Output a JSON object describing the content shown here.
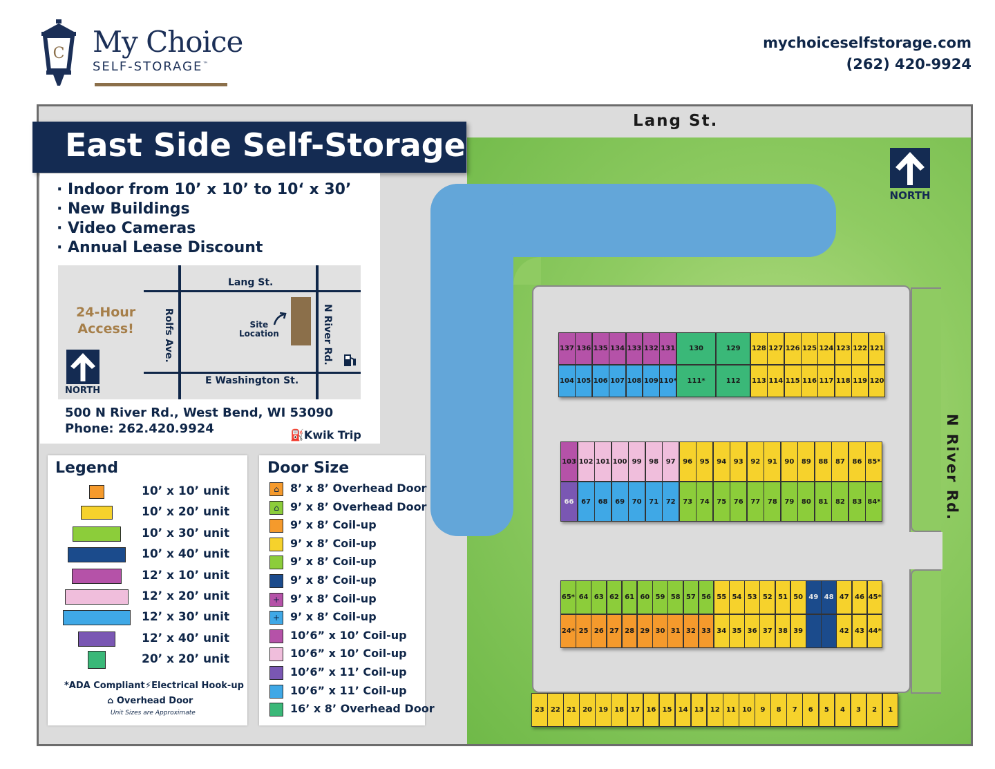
{
  "header": {
    "brand_name": "My Choice",
    "brand_sub": "SELF-STORAGE",
    "brand_tm": "™",
    "website": "mychoiceselfstorage.com",
    "phone": "(262) 420-9924"
  },
  "map": {
    "street_top": "Lang St.",
    "street_right": "N River Rd.",
    "north_label": "NORTH"
  },
  "title": "East Side Self-Storage",
  "features": [
    "· Indoor from 10’ x 10’ to 10‘ x 30’",
    "· New Buildings",
    "· Video Cameras",
    "· Annual Lease Discount"
  ],
  "mini_map": {
    "access": "24-Hour\nAccess!",
    "lang": "Lang St.",
    "rolfs": "Rolfs Ave.",
    "river": "N River Rd.",
    "washington": "E Washington St.",
    "site": "Site\nLocation",
    "north": "NORTH"
  },
  "address": "500 N River Rd., West Bend, WI 53090",
  "phone_line": "Phone: 262.420.9924",
  "kwik": "Kwik Trip",
  "legend": {
    "title": "Legend",
    "items": [
      {
        "label": "10’ x 10’ unit",
        "color": "#f59a2c"
      },
      {
        "label": "10’ x 20’ unit",
        "color": "#f6d22c"
      },
      {
        "label": "10’ x 30’ unit",
        "color": "#8ccd3a"
      },
      {
        "label": "10’ x 40’ unit",
        "color": "#1b4b8c"
      },
      {
        "label": "12’ x 10’ unit",
        "color": "#b552a8"
      },
      {
        "label": "12’ x 20’ unit",
        "color": "#f0bedc"
      },
      {
        "label": "12’ x 30’ unit",
        "color": "#3fa8e6"
      },
      {
        "label": "12’ x 40’ unit",
        "color": "#7a57b3"
      },
      {
        "label": "20’ x 20’ unit",
        "color": "#3ab878"
      }
    ],
    "ada": "*ADA Compliant",
    "electric": "⚡Electrical Hook-up",
    "overhead": "Overhead Door",
    "note": "Unit Sizes are Approximate"
  },
  "door": {
    "title": "Door Size",
    "items": [
      {
        "label": "8’ x 8’ Overhead Door",
        "color": "#f59a2c",
        "glyph": "⌂"
      },
      {
        "label": "9’ x 8’ Overhead Door",
        "color": "#8ccd3a",
        "glyph": "⌂"
      },
      {
        "label": "9’ x 8’ Coil-up",
        "color": "#f59a2c",
        "glyph": ""
      },
      {
        "label": "9’ x 8’ Coil-up",
        "color": "#f6d22c",
        "glyph": ""
      },
      {
        "label": "9’ x 8’ Coil-up",
        "color": "#8ccd3a",
        "glyph": ""
      },
      {
        "label": "9’ x 8’ Coil-up",
        "color": "#1b4b8c",
        "glyph": ""
      },
      {
        "label": "9’ x 8’ Coil-up",
        "color": "#b552a8",
        "glyph": "+"
      },
      {
        "label": "9’ x 8’ Coil-up",
        "color": "#3fa8e6",
        "glyph": "+"
      },
      {
        "label": "10’6” x 10’ Coil-up",
        "color": "#b552a8",
        "glyph": ""
      },
      {
        "label": "10’6” x 10’ Coil-up",
        "color": "#f0bedc",
        "glyph": ""
      },
      {
        "label": "10’6” x 11’ Coil-up",
        "color": "#7a57b3",
        "glyph": ""
      },
      {
        "label": "10’6” x 11’ Coil-up",
        "color": "#3fa8e6",
        "glyph": ""
      },
      {
        "label": "16’ x 8’ Overhead Door",
        "color": "#3ab878",
        "glyph": ""
      }
    ]
  },
  "buildings": [
    {
      "name": "building-a",
      "rows": [
        [
          [
            "137",
            "mag",
            1
          ],
          [
            "136",
            "mag",
            1
          ],
          [
            "135",
            "mag",
            1
          ],
          [
            "134",
            "mag",
            1
          ],
          [
            "133",
            "mag",
            1
          ],
          [
            "132",
            "mag",
            1
          ],
          [
            "131",
            "mag",
            1
          ],
          [
            "130",
            "grn20",
            2.35
          ],
          [
            "129",
            "grn20",
            2.05
          ],
          [
            "128",
            "yel",
            1
          ],
          [
            "127",
            "yel",
            1
          ],
          [
            "126",
            "yel",
            1
          ],
          [
            "125",
            "yel",
            1
          ],
          [
            "124",
            "yel",
            1
          ],
          [
            "123",
            "yel",
            1
          ],
          [
            "122",
            "yel",
            1
          ],
          [
            "121",
            "yel",
            1
          ]
        ],
        [
          [
            "104",
            "sky",
            1
          ],
          [
            "105",
            "sky",
            1
          ],
          [
            "106",
            "sky",
            1
          ],
          [
            "107",
            "sky",
            1
          ],
          [
            "108",
            "sky",
            1
          ],
          [
            "109",
            "sky",
            1
          ],
          [
            "110*",
            "sky",
            1
          ],
          [
            "111*",
            "grn20",
            2.35
          ],
          [
            "112",
            "grn20",
            2.05
          ],
          [
            "113",
            "yel",
            1
          ],
          [
            "114",
            "yel",
            1
          ],
          [
            "115",
            "yel",
            1
          ],
          [
            "116",
            "yel",
            1
          ],
          [
            "117",
            "yel",
            1
          ],
          [
            "118",
            "yel",
            1
          ],
          [
            "119",
            "yel",
            1
          ],
          [
            "120",
            "yel",
            1
          ]
        ]
      ]
    },
    {
      "name": "building-b",
      "rows": [
        [
          [
            "103",
            "mag",
            1
          ],
          [
            "102",
            "pink",
            1
          ],
          [
            "101",
            "pink",
            1
          ],
          [
            "100",
            "pink",
            1
          ],
          [
            "99",
            "pink",
            1
          ],
          [
            "98",
            "pink",
            1
          ],
          [
            "97",
            "pink",
            1
          ],
          [
            "96",
            "yel",
            1
          ],
          [
            "95",
            "yel",
            1
          ],
          [
            "94",
            "yel",
            1
          ],
          [
            "93",
            "yel",
            1
          ],
          [
            "92",
            "yel",
            1
          ],
          [
            "91",
            "yel",
            1
          ],
          [
            "90",
            "yel",
            1
          ],
          [
            "89",
            "yel",
            1
          ],
          [
            "88",
            "yel",
            1
          ],
          [
            "87",
            "yel",
            1
          ],
          [
            "86",
            "yel",
            1
          ],
          [
            "85*",
            "yel",
            1
          ]
        ],
        [
          [
            "66",
            "purp",
            1
          ],
          [
            "67",
            "sky",
            1
          ],
          [
            "68",
            "sky",
            1
          ],
          [
            "69",
            "sky",
            1
          ],
          [
            "70",
            "sky",
            1
          ],
          [
            "71",
            "sky",
            1
          ],
          [
            "72",
            "sky",
            1
          ],
          [
            "73",
            "lime",
            1
          ],
          [
            "74",
            "lime",
            1
          ],
          [
            "75",
            "lime",
            1
          ],
          [
            "76",
            "lime",
            1
          ],
          [
            "77",
            "lime",
            1
          ],
          [
            "78",
            "lime",
            1
          ],
          [
            "79",
            "lime",
            1
          ],
          [
            "80",
            "lime",
            1
          ],
          [
            "81",
            "lime",
            1
          ],
          [
            "82",
            "lime",
            1
          ],
          [
            "83",
            "lime",
            1
          ],
          [
            "84*",
            "lime",
            1
          ]
        ]
      ]
    },
    {
      "name": "building-c",
      "rows": [
        [
          [
            "65*",
            "lime",
            1
          ],
          [
            "64",
            "lime",
            1
          ],
          [
            "63",
            "lime",
            1
          ],
          [
            "62",
            "lime",
            1
          ],
          [
            "61",
            "lime",
            1
          ],
          [
            "60",
            "lime",
            1
          ],
          [
            "59",
            "lime",
            1
          ],
          [
            "58",
            "lime",
            1
          ],
          [
            "57",
            "lime",
            1
          ],
          [
            "56",
            "lime",
            1
          ],
          [
            "55",
            "yel",
            1
          ],
          [
            "54",
            "yel",
            1
          ],
          [
            "53",
            "yel",
            1
          ],
          [
            "52",
            "yel",
            1
          ],
          [
            "51",
            "yel",
            1
          ],
          [
            "50",
            "yel",
            1
          ],
          [
            "49",
            "navy",
            1
          ],
          [
            "48",
            "navy",
            1
          ],
          [
            "47",
            "yel",
            1
          ],
          [
            "46",
            "yel",
            1
          ],
          [
            "45*",
            "yel",
            1
          ]
        ],
        [
          [
            "24*",
            "org",
            1
          ],
          [
            "25",
            "org",
            1
          ],
          [
            "26",
            "org",
            1
          ],
          [
            "27",
            "org",
            1
          ],
          [
            "28",
            "org",
            1
          ],
          [
            "29",
            "org",
            1
          ],
          [
            "30",
            "org",
            1
          ],
          [
            "31",
            "org",
            1
          ],
          [
            "32",
            "org",
            1
          ],
          [
            "33",
            "org",
            1
          ],
          [
            "34",
            "yel",
            1
          ],
          [
            "35",
            "yel",
            1
          ],
          [
            "36",
            "yel",
            1
          ],
          [
            "37",
            "yel",
            1
          ],
          [
            "38",
            "yel",
            1
          ],
          [
            "39",
            "yel",
            1
          ],
          [
            "",
            "navy",
            1
          ],
          [
            "",
            "navy",
            1
          ],
          [
            "42",
            "yel",
            1
          ],
          [
            "43",
            "yel",
            1
          ],
          [
            "44*",
            "yel",
            1
          ]
        ]
      ]
    },
    {
      "name": "building-d",
      "rows": [
        [
          [
            "23",
            "yel",
            1
          ],
          [
            "22",
            "yel",
            1
          ],
          [
            "21",
            "yel",
            1
          ],
          [
            "20",
            "yel",
            1
          ],
          [
            "19",
            "yel",
            1
          ],
          [
            "18",
            "yel",
            1
          ],
          [
            "17",
            "yel",
            1
          ],
          [
            "16",
            "yel",
            1
          ],
          [
            "15",
            "yel",
            1
          ],
          [
            "14",
            "yel",
            1
          ],
          [
            "13",
            "yel",
            1
          ],
          [
            "12",
            "yel",
            1
          ],
          [
            "11",
            "yel",
            1
          ],
          [
            "10",
            "yel",
            1
          ],
          [
            "9",
            "yel",
            1
          ],
          [
            "8",
            "yel",
            1
          ],
          [
            "7",
            "yel",
            1
          ],
          [
            "6",
            "yel",
            1
          ],
          [
            "5",
            "yel",
            1
          ],
          [
            "4",
            "yel",
            1
          ],
          [
            "3",
            "yel",
            1
          ],
          [
            "2",
            "yel",
            1
          ],
          [
            "1",
            "yel",
            1
          ]
        ]
      ]
    }
  ],
  "unit_colors": {
    "mag": "#b552a8",
    "sky": "#3fa8e6",
    "grn20": "#3ab878",
    "yel": "#f6d22c",
    "pink": "#f0bedc",
    "purp": "#7a57b3",
    "lime": "#8ccd3a",
    "navy": "#1b4b8c",
    "org": "#f59a2c"
  }
}
